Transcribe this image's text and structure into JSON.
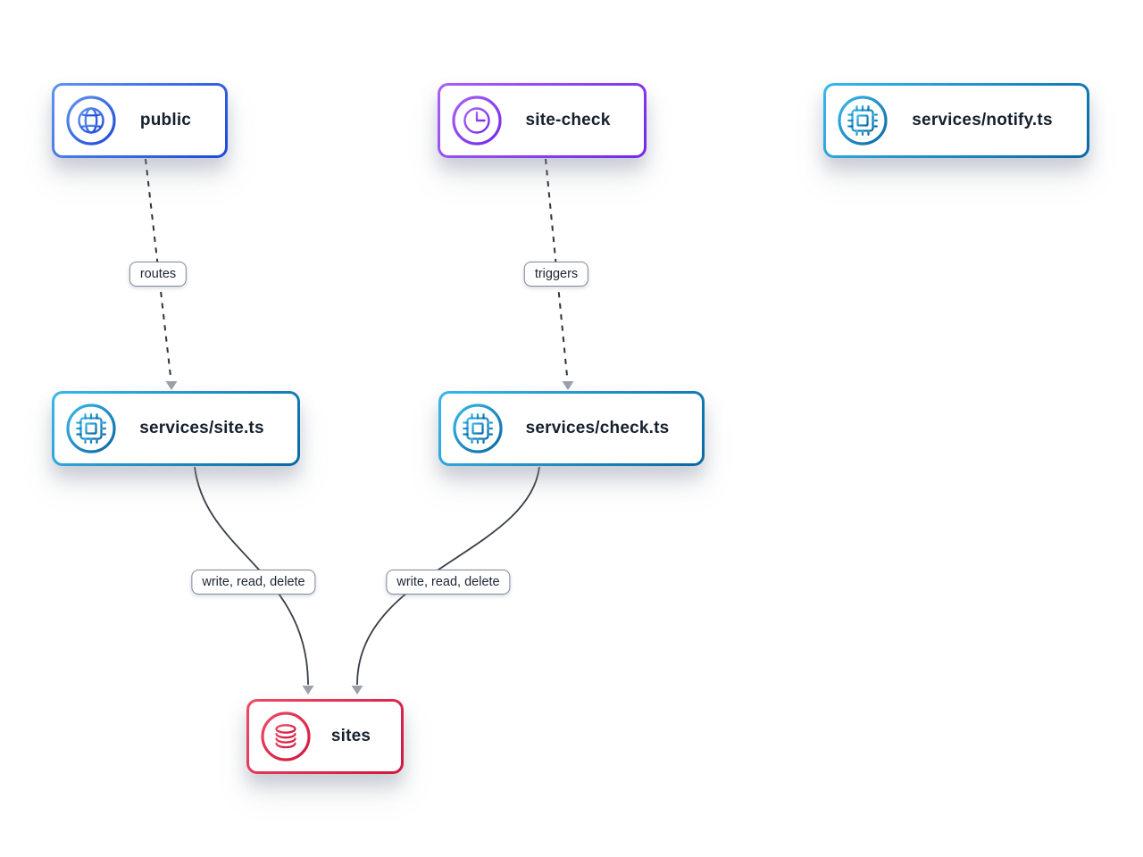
{
  "app": {
    "background": "#ffffff"
  },
  "nodes": {
    "public": {
      "label": "public",
      "icon": "globe-icon",
      "accent_from": "#6292f0",
      "accent_to": "#1c49d8"
    },
    "site_check": {
      "label": "site-check",
      "icon": "clock-icon",
      "accent_from": "#a961f5",
      "accent_to": "#7328e8"
    },
    "notify": {
      "label": "services/notify.ts",
      "icon": "chip-icon",
      "accent_from": "#3ab7ec",
      "accent_to": "#0a67a3"
    },
    "site": {
      "label": "services/site.ts",
      "icon": "chip-icon",
      "accent_from": "#3ab7ec",
      "accent_to": "#0a67a3"
    },
    "check": {
      "label": "services/check.ts",
      "icon": "chip-icon",
      "accent_from": "#3ab7ec",
      "accent_to": "#0a67a3"
    },
    "sites": {
      "label": "sites",
      "icon": "database-icon",
      "accent_from": "#ef4a66",
      "accent_to": "#d1153f"
    }
  },
  "edges": {
    "public_to_site": {
      "from": "public",
      "to": "services/site.ts",
      "label": "routes",
      "style": "dashed"
    },
    "sitecheck_to_check": {
      "from": "site-check",
      "to": "services/check.ts",
      "label": "triggers",
      "style": "dashed"
    },
    "site_to_sites": {
      "from": "services/site.ts",
      "to": "sites",
      "label": "write, read, delete",
      "style": "solid"
    },
    "check_to_sites": {
      "from": "services/check.ts",
      "to": "sites",
      "label": "write, read, delete",
      "style": "solid"
    }
  },
  "edge_colors": {
    "line": "#2e333c",
    "arrowhead": "#9ba1ab",
    "label_border": "#7e8899",
    "label_text": "#1b2433"
  }
}
